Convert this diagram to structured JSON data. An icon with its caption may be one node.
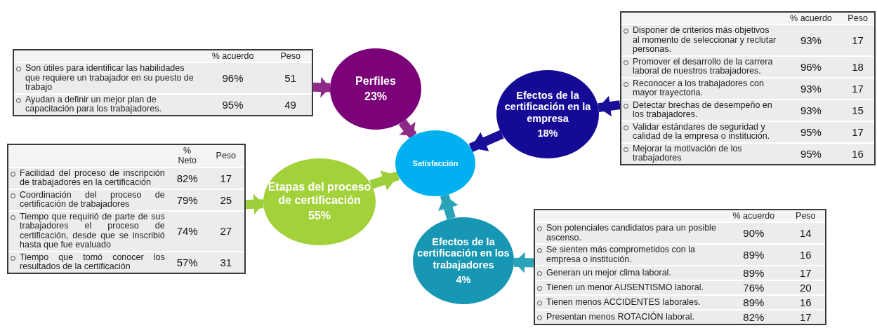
{
  "diagram": {
    "nodes": [
      {
        "text": [
          "% acuerdo",
          "Peso",
          "Son útiles para identificar las habilidades que requiere un trabajador en su puesto de trabajo",
          "96%",
          "51",
          "Ayudan a definir un mejor plan de capacitación para los trabajadores.",
          "95%",
          "49"
        ]
      },
      {
        "text": [
          "Perfiles",
          "23%"
        ]
      },
      {
        "text": [
          "% Neto",
          "Peso",
          "Facilidad del proceso de inscripción de trabajadores en la certificación",
          "82%",
          "17",
          "Coordinación del proceso de certificación de trabajadores",
          "79%",
          "25",
          "Tiempo que requirió de parte de sus trabajadores el proceso de certificación, desde que se inscribió hasta que fue evaluado",
          "74%",
          "27",
          "Tiempo que tomó conocer los resultados de la certificación",
          "57%",
          "31"
        ]
      },
      {
        "text": [
          "Etapas del proceso de certificación",
          "55%"
        ]
      },
      {
        "text": [
          "Satisfacción"
        ]
      },
      {
        "text": [
          "Efectos de la certificación en la empresa",
          "18%"
        ]
      },
      {
        "text": [
          "% acuerdo",
          "Peso",
          "Disponer de criterios más objetivos al momento de seleccionar y reclutar personas.",
          "93%",
          "17",
          "Promover el desarrollo de la carrera laboral de nuestros trabajadores.",
          "96%",
          "18",
          "Reconocer a los trabajadores con mayor trayectoria.",
          "93%",
          "17",
          "Detectar brechas de desempeño en los trabajadores.",
          "93%",
          "15",
          "Validar estándares de seguridad y calidad de la empresa o institución.",
          "95%",
          "17",
          "Mejorar la motivación de los trabajadores",
          "95%",
          "16"
        ]
      },
      {
        "text": [
          "Efectos de la certificación en los trabajadores",
          "4%"
        ]
      },
      {
        "text": [
          "% acuerdo",
          "Peso",
          "Son potenciales candidatos para un posible ascenso.",
          "90%",
          "14",
          "Se sienten más comprometidos con la empresa o institución.",
          "89%",
          "16",
          "Generan un mejor clima laboral.",
          "89%",
          "17",
          "Tienen un menor AUSENTISMO laboral.",
          "76%",
          "20",
          "Tienen menos ACCIDENTES laborales.",
          "89%",
          "16",
          "Presentan menos ROTACIÓN laboral.",
          "82%",
          "17"
        ]
      }
    ],
    "edges": [
      {
        "from": 0,
        "to": 1,
        "arrow": "to",
        "color": "#8e2a88"
      },
      {
        "from": 2,
        "to": 3,
        "arrow": "to",
        "color": "#9ccf3a"
      },
      {
        "from": 6,
        "to": 5,
        "arrow": "to",
        "color": "#1a0f99"
      },
      {
        "from": 8,
        "to": 7,
        "arrow": "to",
        "color": "#2aa3b8"
      },
      {
        "from": 1,
        "to": 4,
        "arrow": "to",
        "color": "#8e2a88"
      },
      {
        "from": 3,
        "to": 4,
        "arrow": "to",
        "color": "#9ccf3a"
      },
      {
        "from": 5,
        "to": 4,
        "arrow": "to",
        "color": "#1a0f99"
      },
      {
        "from": 7,
        "to": 4,
        "arrow": "to",
        "color": "#2aa3b8"
      }
    ]
  }
}
